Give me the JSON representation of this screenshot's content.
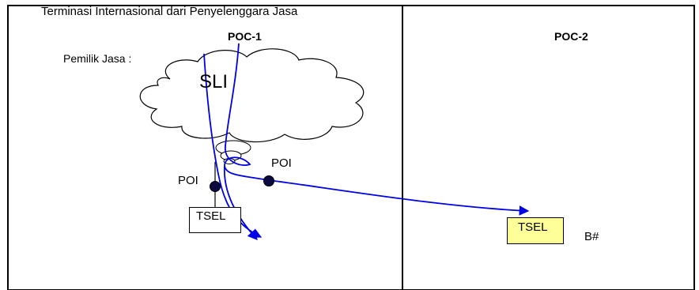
{
  "diagram": {
    "title": "Terminasi Internasional dari Penyelenggara Jasa",
    "poc1_label": "POC-1",
    "poc2_label": "POC-2",
    "owner_label": "Pemilik Jasa :",
    "cloud_label": "SLI",
    "poi_left_label": "POI",
    "poi_right_label": "POI",
    "tsel_left_label": "TSEL",
    "tsel_right_label": "TSEL",
    "destination_label": "B#"
  },
  "colors": {
    "arrow": "#0000e6",
    "poi_node": "#0a0a40",
    "tsel_right_fill": "#ffff99",
    "outline": "#000000"
  }
}
